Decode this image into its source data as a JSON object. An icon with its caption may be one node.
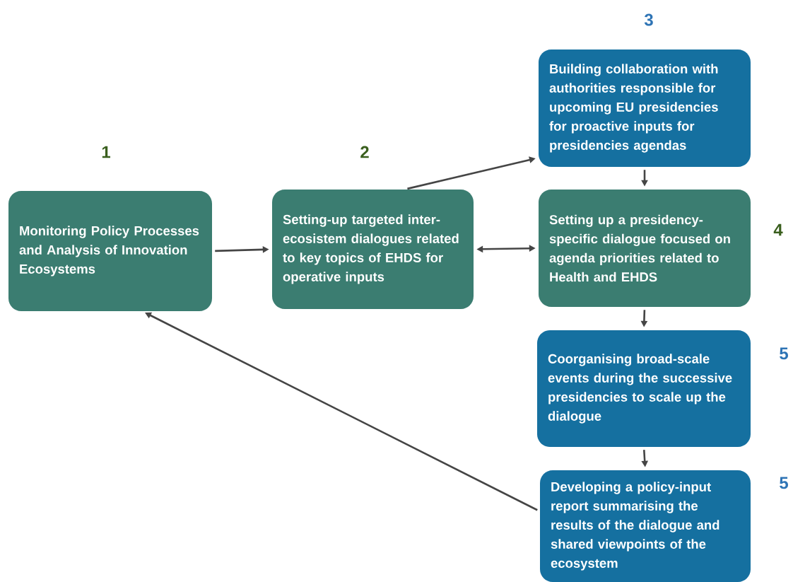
{
  "diagram": {
    "nodes": [
      {
        "text": [
          "Monitoring Policy Processes and Analysis of Innovation Ecosystems"
        ],
        "beside": [
          "1"
        ]
      },
      {
        "text": [
          "Setting-up targeted inter-ecosistem dialogues related to key topics of EHDS for operative inputs"
        ],
        "beside": [
          "2"
        ]
      },
      {
        "text": [
          "Building collaboration with authorities responsible for upcoming EU presidencies for proactive inputs for presidencies agendas"
        ],
        "beside": [
          "3"
        ]
      },
      {
        "text": [
          "Setting up a presidency-specific dialogue focused on agenda priorities related to Health and EHDS"
        ],
        "beside": [
          "4"
        ]
      },
      {
        "text": [
          "Coorganising broad-scale events during the successive presidencies to scale up the dialogue"
        ],
        "beside": [
          "5"
        ]
      },
      {
        "text": [
          "Developing a policy-input report summarising the results of the dialogue and shared viewpoints of the ecosystem"
        ],
        "beside": [
          "5"
        ]
      }
    ],
    "edges": [
      {
        "from": 0,
        "to": 1,
        "arrow": "to"
      },
      {
        "from": 1,
        "to": 2,
        "arrow": "to"
      },
      {
        "from": 1,
        "to": 3,
        "arrow": "both"
      },
      {
        "from": 2,
        "to": 3,
        "arrow": "to"
      },
      {
        "from": 3,
        "to": 4,
        "arrow": "to"
      },
      {
        "from": 4,
        "to": 5,
        "arrow": "to"
      },
      {
        "from": 5,
        "to": 0,
        "arrow": "to"
      }
    ]
  }
}
